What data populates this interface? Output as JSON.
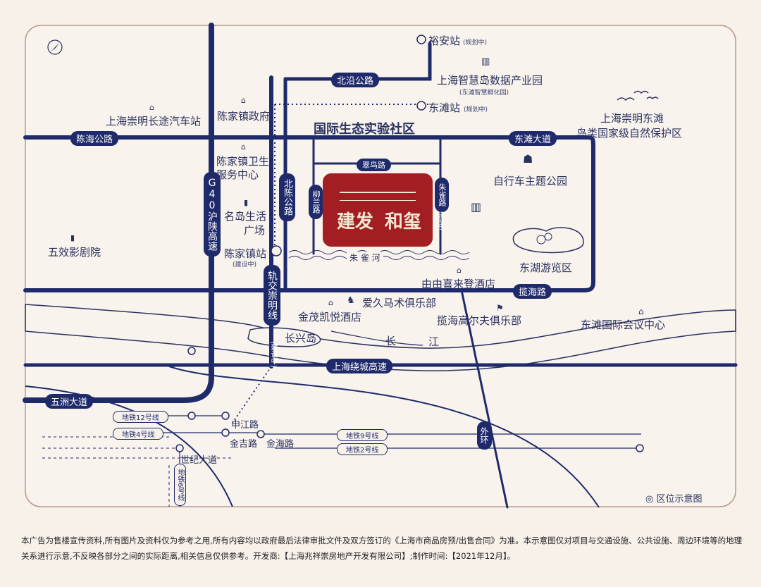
{
  "map": {
    "district": "国际生态实验社区",
    "project_name_a": "建发",
    "project_name_b": "和玺",
    "legend": "区位示意图",
    "roads": {
      "beiyan": "北沿公路",
      "chenhai": "陈海公路",
      "dongtan": "东滩大道",
      "cuiniao": "翠鸟路",
      "liulan": "柳兰路",
      "zhuque": "朱雀路",
      "zhuque_sub": "(规划中)",
      "beichen": "北陈公路",
      "g40": "G40沪陕高速",
      "rail": "轨交崇明线",
      "rail_sub": "(建设中)",
      "lanhai": "揽海路",
      "raocheng": "上海绕城高速",
      "wuzhou": "五洲大道",
      "waihuan": "外环"
    },
    "stations": {
      "yuan": "裕安站",
      "yuan_sub": "(规划中)",
      "dongtan": "东滩站",
      "dongtan_sub": "(规划中)",
      "chenjia": "陈家镇站",
      "chenjia_sub": "(建设中)",
      "shenjiang": "申江路",
      "jinji": "金吉路",
      "jinhai": "金海路",
      "shiji": "世纪大道"
    },
    "metro_lines": {
      "m12": "地铁12号线",
      "m4": "地铁4号线",
      "m9": "地铁9号线",
      "m2": "地铁2号线",
      "m6": "地铁6号线"
    },
    "places": {
      "data_park": "上海智慧岛数据产业园",
      "data_park_sub": "(东滩智慧孵化园)",
      "bus_station": "上海崇明长途汽车站",
      "gov": "陈家镇政府",
      "reserve_a": "上海崇明东滩",
      "reserve_b": "鸟类国家级自然保护区",
      "health_a": "陈家镇卫生",
      "health_b": "服务中心",
      "bike_park": "自行车主题公园",
      "plaza_a": "名岛生活",
      "plaza_b": "广场",
      "cinema": "五效影剧院",
      "river": "朱 雀 河",
      "lake": "东湖游览区",
      "hotel": "由由喜来登酒店",
      "horse": "爱久马术俱乐部",
      "kerry": "金茂凯悦酒店",
      "golf": "揽海高尔夫俱乐部",
      "conf": "东滩国际会议中心",
      "changxing": "长兴岛",
      "yangtze_a": "长",
      "yangtze_b": "江"
    },
    "disclaimer": "本广告为售楼宣传资料,所有图片及资料仅为参考之用,所有内容均以政府最后法律审批文件及双方签订的《上海市商品房预/出售合同》为准。本示意图仅对项目与交通设施、公共设施、周边环境等的地理关系进行示意,不反映各部分之间的实际距离,相关信息仅供参考。开发商:【上海兆祥崇房地产开发有限公司】;制作时间:【2021年12月】。"
  }
}
